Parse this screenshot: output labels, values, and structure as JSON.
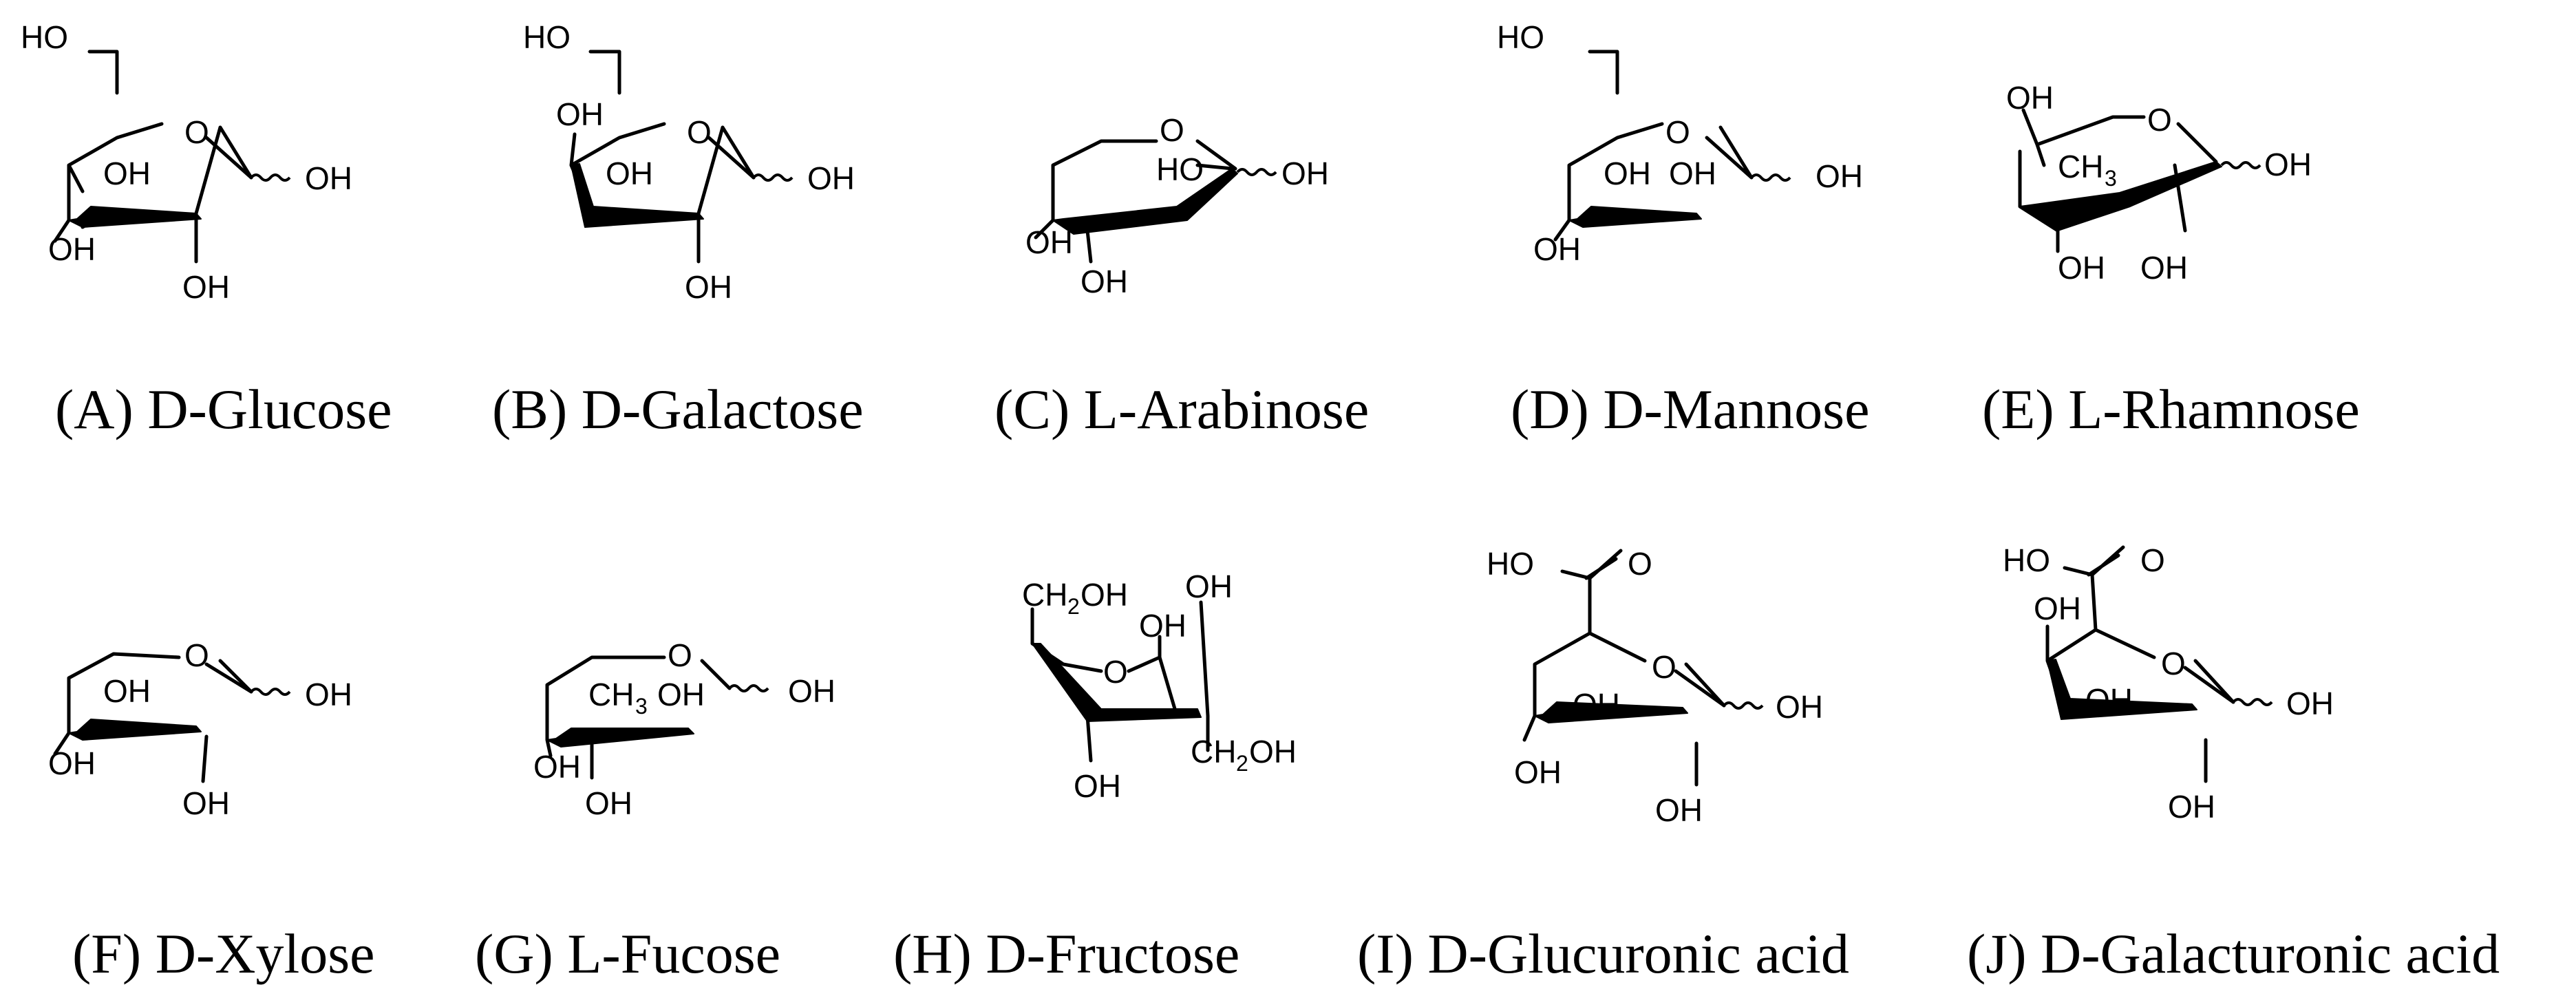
{
  "structures": [
    {
      "caption": "(A) D-Glucose",
      "atoms": {
        "ho_top": "HO",
        "ring_o": "O",
        "oh_inner": "OH",
        "oh_anomeric": "OH",
        "oh_left": "OH",
        "oh_bottom": "OH"
      }
    },
    {
      "caption": "(B) D-Galactose",
      "atoms": {
        "ho_top": "HO",
        "oh_c4_up": "OH",
        "ring_o": "O",
        "oh_inner": "OH",
        "oh_anomeric": "OH",
        "oh_bottom": "OH"
      }
    },
    {
      "caption": "(C) L-Arabinose",
      "atoms": {
        "ring_o": "O",
        "ho_inner": "HO",
        "oh_anomeric": "OH",
        "oh_left": "OH",
        "oh_bottom": "OH"
      }
    },
    {
      "caption": "(D) D-Mannose",
      "atoms": {
        "ho_top": "HO",
        "ring_o": "O",
        "oh_inner": "OH",
        "oh_c2_up": "OH",
        "oh_anomeric": "OH",
        "oh_left": "OH"
      }
    },
    {
      "caption": "(E) L-Rhamnose",
      "atoms": {
        "oh_top": "OH",
        "ring_o": "O",
        "methyl": "CH",
        "methyl_sub": "3",
        "oh_anomeric": "OH",
        "oh_bottom_left": "OH",
        "oh_bottom_right": "OH"
      }
    },
    {
      "caption": "(F) D-Xylose",
      "atoms": {
        "ring_o": "O",
        "oh_inner": "OH",
        "oh_anomeric": "OH",
        "oh_left": "OH",
        "oh_bottom": "OH"
      }
    },
    {
      "caption": "(G) L-Fucose",
      "atoms": {
        "ring_o": "O",
        "methyl": "CH",
        "methyl_sub": "3",
        "oh_inner": "OH",
        "oh_anomeric": "OH",
        "oh_left": "OH",
        "oh_bottom": "OH"
      }
    },
    {
      "caption": "(H) D-Fructose",
      "atoms": {
        "ch2oh_left": "CH",
        "ch2oh_left_sub": "2",
        "ch2oh_left_end": "OH",
        "oh_top": "OH",
        "oh_inner": "OH",
        "ring_o": "O",
        "ch2oh_right": "CH",
        "ch2oh_right_sub": "2",
        "ch2oh_right_end": "OH",
        "oh_bottom": "OH"
      }
    },
    {
      "caption": "(I) D-Glucuronic acid",
      "atoms": {
        "ho_acid": "HO",
        "o_acid": "O",
        "ring_o": "O",
        "oh_inner": "OH",
        "oh_anomeric": "OH",
        "oh_left": "OH",
        "oh_bottom": "OH"
      }
    },
    {
      "caption": "(J) D-Galacturonic acid",
      "atoms": {
        "ho_acid": "HO",
        "o_acid": "O",
        "oh_c4_up": "OH",
        "ring_o": "O",
        "oh_inner": "OH",
        "oh_anomeric": "OH",
        "oh_bottom": "OH"
      }
    }
  ]
}
